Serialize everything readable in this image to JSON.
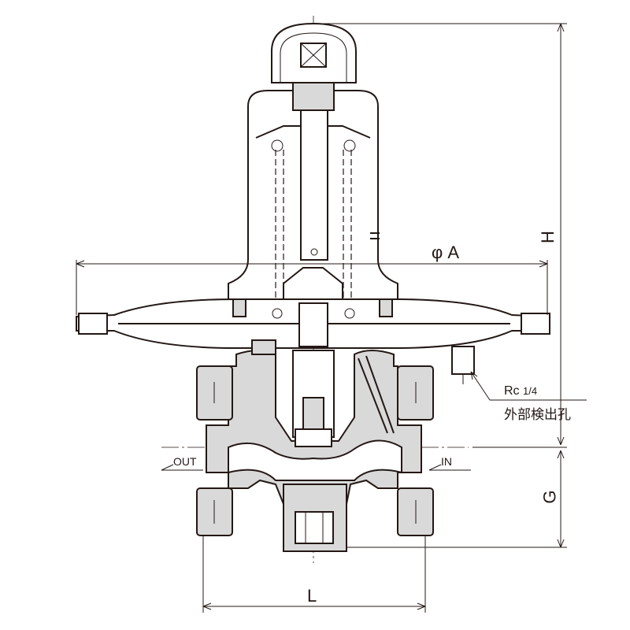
{
  "drawing": {
    "dimensions": {
      "phi_a": "φ A",
      "h": "H",
      "g": "G",
      "l": "L"
    },
    "ports": {
      "outlet": "OUT",
      "inlet": "IN"
    },
    "sensing_port": {
      "thread": "Rc",
      "size": "1/4",
      "note": "外部検出孔"
    }
  }
}
